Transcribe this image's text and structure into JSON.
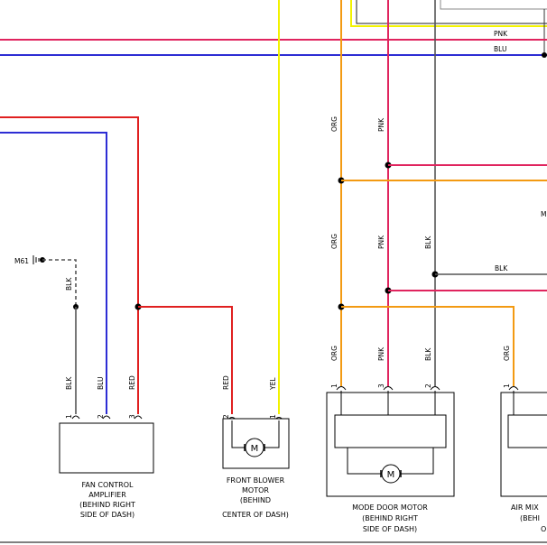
{
  "wire_colors": {
    "PNK": "#e0245e",
    "BLU": "#2d2dd4",
    "RED": "#e02020",
    "YEL": "#f2f200",
    "ORG": "#f39a12",
    "BLK": "#555555"
  },
  "wire_labels": {
    "top_pnk": "PNK",
    "top_blu": "BLU",
    "orange_left": "ORG",
    "pnk_upper": "PNK",
    "org_mid": "ORG",
    "pnk_mid": "PNK",
    "blk_mid": "BLK",
    "blk_horizontal": "BLK",
    "blk_ground": "BLK",
    "edge_letter": "M"
  },
  "ground": {
    "label": "M61"
  },
  "components": {
    "fan_control_amplifier": {
      "caption": [
        "FAN CONTROL",
        "AMPLIFIER",
        "(BEHIND RIGHT",
        "SIDE OF DASH)"
      ],
      "pins": [
        {
          "number": "1",
          "wire": "BLK"
        },
        {
          "number": "2",
          "wire": "BLU"
        },
        {
          "number": "3",
          "wire": "RED"
        }
      ]
    },
    "front_blower_motor": {
      "caption": [
        "FRONT BLOWER",
        "MOTOR",
        "(BEHIND",
        "CENTER OF DASH)"
      ],
      "motor_symbol": "M",
      "pins": [
        {
          "number": "2",
          "wire": "RED"
        },
        {
          "number": "1",
          "wire": "YEL"
        }
      ]
    },
    "mode_door_motor": {
      "caption": [
        "MODE DOOR MOTOR",
        "(BEHIND RIGHT",
        "SIDE OF DASH)"
      ],
      "motor_symbol": "M",
      "pins": [
        {
          "number": "1",
          "wire": "ORG"
        },
        {
          "number": "3",
          "wire": "PNK"
        },
        {
          "number": "2",
          "wire": "BLK"
        }
      ]
    },
    "air_mix_partial": {
      "caption": [
        "AIR MIX",
        "(BEHI",
        "O"
      ],
      "pins": [
        {
          "number": "1",
          "wire": "ORG"
        }
      ]
    }
  }
}
